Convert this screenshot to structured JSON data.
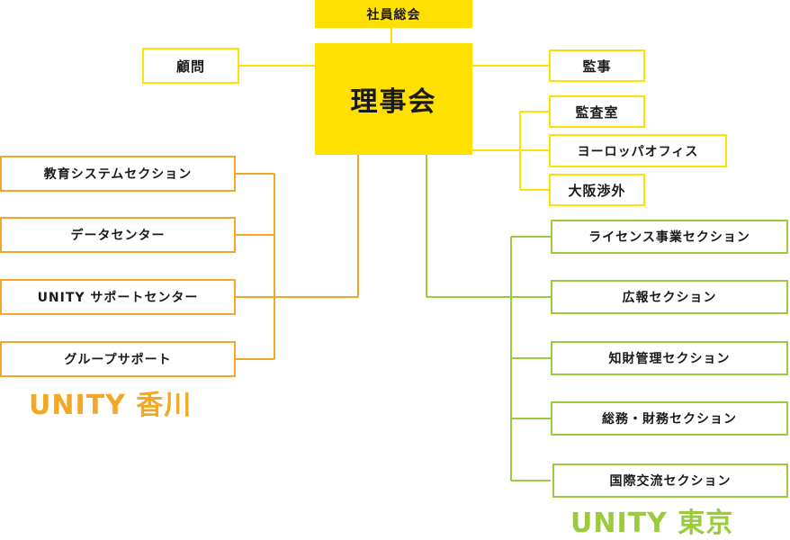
{
  "colors": {
    "yellow": "#ffe000",
    "orange": "#f3a726",
    "green": "#9bcb3c",
    "line_yellow": "#ffe000",
    "line_orange": "#f3a726",
    "line_green": "#9bcb3c"
  },
  "top": {
    "general_assembly": "社員総会",
    "board": "理事会",
    "advisor": "顧問",
    "auditor": "監事"
  },
  "board_direct": [
    "監査室",
    "ヨーロッパオフィス",
    "大阪渉外"
  ],
  "kagawa": {
    "label": "UNITY 香川",
    "sections": [
      "教育システムセクション",
      "データセンター",
      "UNITY サポートセンター",
      "グループサポート"
    ]
  },
  "tokyo": {
    "label": "UNITY 東京",
    "sections": [
      "ライセンス事業セクション",
      "広報セクション",
      "知財管理セクション",
      "総務・財務セクション",
      "国際交流セクション"
    ]
  }
}
